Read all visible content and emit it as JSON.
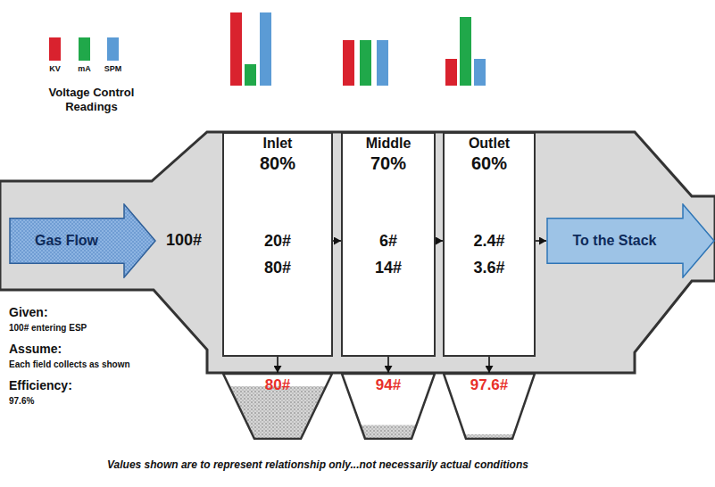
{
  "diagram": {
    "caption": "Values shown are to represent relationship only...not necessarily actual conditions",
    "nodes": [
      {
        "text": [
          "Gas Flow"
        ]
      },
      {
        "text": [
          "Inlet",
          "80%",
          "20#",
          "80#"
        ]
      },
      {
        "text": [
          "Middle",
          "70%",
          "6#",
          "14#"
        ]
      },
      {
        "text": [
          "Outlet",
          "60%",
          "2.4#",
          "3.6#"
        ]
      },
      {
        "text": [
          "To the Stack"
        ]
      },
      {
        "text": [
          "80#"
        ]
      },
      {
        "text": [
          "94#"
        ]
      },
      {
        "text": [
          "97.6#"
        ]
      }
    ],
    "edges": [
      {
        "from": 1,
        "to": 2,
        "arrow": "to"
      },
      {
        "from": 2,
        "to": 3,
        "arrow": "to"
      },
      {
        "from": 3,
        "to": 4,
        "arrow": "to"
      },
      {
        "from": 1,
        "to": 5,
        "arrow": "to"
      },
      {
        "from": 2,
        "to": 6,
        "arrow": "to"
      },
      {
        "from": 3,
        "to": 7,
        "arrow": "to"
      }
    ],
    "labels": [
      "100#",
      "Given:",
      "100# entering ESP",
      "Assume:",
      "Each field collects as shown",
      "Efficiency:",
      "97.6%",
      "Voltage Control Readings"
    ],
    "legend": [
      {
        "text": "KV",
        "color": "#d9222e"
      },
      {
        "text": "mA",
        "color": "#20a84a"
      },
      {
        "text": "SPM",
        "color": "#5b9bd5"
      }
    ]
  }
}
